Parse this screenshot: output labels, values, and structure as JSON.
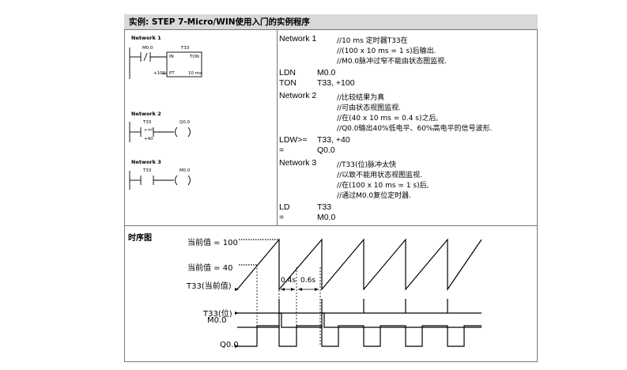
{
  "header": {
    "title": "实例:  STEP 7-Micro/WIN使用入门的实例程序"
  },
  "ladder": {
    "net1": {
      "title": "Network 1",
      "contact": "M0.0",
      "contact_sym": "/",
      "timer": "T33",
      "in": "IN",
      "ton": "TON",
      "pv": "+100",
      "pt": "PT",
      "base": "10 ms"
    },
    "net2": {
      "title": "Network 2",
      "t33": "T33",
      "cmp": ">=I",
      "pv": "+40",
      "coil": "Q0.0"
    },
    "net3": {
      "title": "Network 3",
      "t33": "T33",
      "coil": "M0.0"
    }
  },
  "stl": {
    "net1": {
      "label": "Network 1",
      "comments": [
        "//10 ms 定时器T33在",
        "//(100 x 10 ms = 1 s)后输出.",
        "//M0.0脉冲过窄不能由状态图监视."
      ],
      "code": [
        [
          "LDN",
          "M0.0"
        ],
        [
          "TON",
          "T33, +100"
        ]
      ]
    },
    "net2": {
      "label": "Network 2",
      "comments": [
        "//比较结果为真",
        "//可由状态视图监视.",
        "//在(40 x 10 ms = 0.4 s)之后,",
        "//Q0.0输出40%低电平、60%高电平的信号波形."
      ],
      "code": [
        [
          "LDW>=",
          "T33, +40"
        ],
        [
          "=",
          "Q0.0"
        ]
      ]
    },
    "net3": {
      "label": "Network 3",
      "comments": [
        "//T33(位)脉冲太快",
        "//以致不能用状态视图监视.",
        "//在(100 x 10 ms  = 1 s)后,",
        "//通过M0.0复位定时器."
      ],
      "code": [
        [
          "LD",
          "T33"
        ],
        [
          "=",
          "M0.0"
        ]
      ]
    }
  },
  "timing": {
    "title": "时序图",
    "label_100": "当前值 = 100",
    "label_40": "当前值  =  40",
    "label_t33": "T33(当前值)",
    "label_t33bit": "T33(位)",
    "label_m00": "M0.0",
    "label_q00": "Q0.0",
    "dim1": "0.4s",
    "dim2": "0.6s"
  }
}
